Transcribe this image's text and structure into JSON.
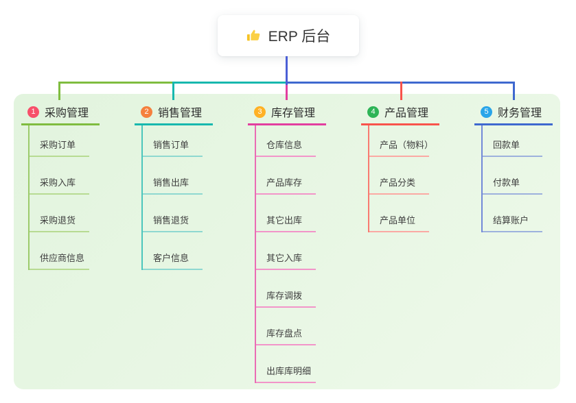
{
  "root_node": {
    "icon": "thumbs-up-icon",
    "label": "ERP 后台"
  },
  "canvas": {
    "panel_bg": "#e7f5e2",
    "stem_color": "#4b5fd6"
  },
  "branches": [
    {
      "num": "1",
      "title": "采购管理",
      "badge_color": "#f7506a",
      "line_color": "#7fbc3f",
      "mid_color": "#9ccb6b",
      "light_color": "#b7db92",
      "children": [
        "采购订单",
        "采购入库",
        "采购退货",
        "供应商信息"
      ]
    },
    {
      "num": "2",
      "title": "销售管理",
      "badge_color": "#f5803d",
      "line_color": "#17b8ae",
      "mid_color": "#4cc6bc",
      "light_color": "#8ed8d0",
      "children": [
        "销售订单",
        "销售出库",
        "销售退货",
        "客户信息"
      ]
    },
    {
      "num": "3",
      "title": "库存管理",
      "badge_color": "#ffb125",
      "line_color": "#e23e9f",
      "mid_color": "#ea6cb4",
      "light_color": "#f294c9",
      "children": [
        "仓库信息",
        "产品库存",
        "其它出库",
        "其它入库",
        "库存调拨",
        "库存盘点",
        "出库库明细"
      ]
    },
    {
      "num": "4",
      "title": "产品管理",
      "badge_color": "#2eb457",
      "line_color": "#f8534b",
      "mid_color": "#f97a70",
      "light_color": "#fba9a3",
      "children": [
        "产品（物料）",
        "产品分类",
        "产品单位"
      ]
    },
    {
      "num": "5",
      "title": "财务管理",
      "badge_color": "#29a5e9",
      "line_color": "#3e68cf",
      "mid_color": "#7289d8",
      "light_color": "#9db1dd",
      "children": [
        "回款单",
        "付款单",
        "结算账户"
      ]
    }
  ]
}
